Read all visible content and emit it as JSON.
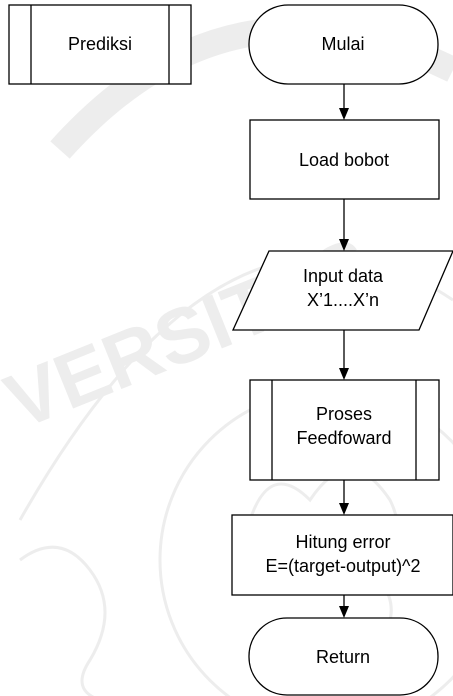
{
  "diagram": {
    "header_box": {
      "label": "Prediksi"
    },
    "nodes": [
      {
        "id": "start",
        "type": "terminator",
        "lines": [
          "Mulai"
        ]
      },
      {
        "id": "load",
        "type": "process",
        "lines": [
          "Load bobot"
        ]
      },
      {
        "id": "input",
        "type": "data",
        "lines": [
          "Input data",
          "X’1....X’n"
        ]
      },
      {
        "id": "feedforward",
        "type": "predefined-process",
        "lines": [
          "Proses",
          "Feedfoward"
        ]
      },
      {
        "id": "error",
        "type": "process",
        "lines": [
          "Hitung error",
          "E=(target-output)^2"
        ]
      },
      {
        "id": "end",
        "type": "terminator",
        "lines": [
          "Return"
        ]
      }
    ],
    "edges": [
      {
        "from": "start",
        "to": "load"
      },
      {
        "from": "load",
        "to": "input"
      },
      {
        "from": "input",
        "to": "feedforward"
      },
      {
        "from": "feedforward",
        "to": "error"
      },
      {
        "from": "error",
        "to": "end"
      }
    ]
  }
}
